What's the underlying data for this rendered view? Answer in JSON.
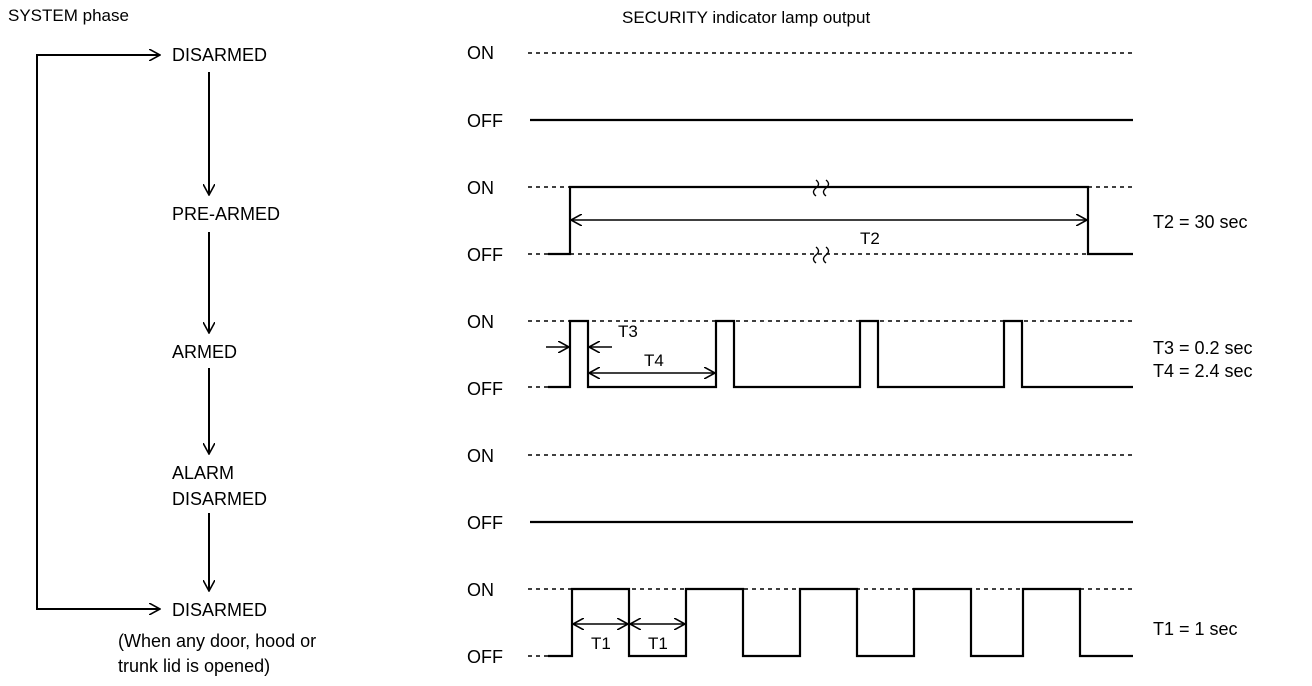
{
  "headers": {
    "system_phase": "SYSTEM phase",
    "lamp_output": "SECURITY indicator lamp output"
  },
  "phases": {
    "disarmed_1": "DISARMED",
    "pre_armed": "PRE-ARMED",
    "armed": "ARMED",
    "alarm_disarmed_1": "ALARM",
    "alarm_disarmed_2": "DISARMED",
    "disarmed_2": "DISARMED",
    "note_1": "(When any door, hood or",
    "note_2": "trunk lid is opened)"
  },
  "levels": {
    "on": "ON",
    "off": "OFF"
  },
  "timings": {
    "t2_label": "T2",
    "t2_value": "T2 = 30 sec",
    "t3_label": "T3",
    "t4_label": "T4",
    "t3_value": "T3 = 0.2 sec",
    "t4_value": "T4 = 2.4 sec",
    "t1_label": "T1",
    "t1_value": "T1 = 1 sec"
  }
}
